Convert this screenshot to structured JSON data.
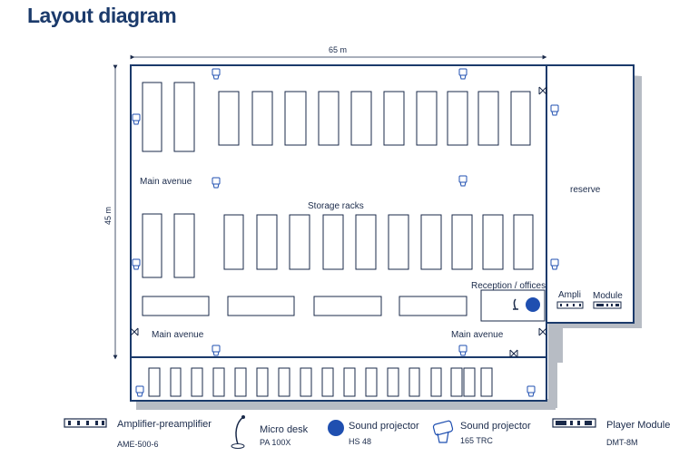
{
  "title": "Layout diagram",
  "dims": {
    "width_label": "65 m",
    "height_label": "45 m"
  },
  "labels": {
    "main_avenue_top": "Main avenue",
    "storage_racks": "Storage racks",
    "reserve": "reserve",
    "reception": "Reception / offices",
    "ampli": "Ampli",
    "module": "Module",
    "main_avenue_left": "Main avenue",
    "main_avenue_right": "Main avenue"
  },
  "legend": [
    {
      "key": "amplifier",
      "icon": "amplifier-icon",
      "label": "Amplifier-preamplifier",
      "sub": "AME-500-6"
    },
    {
      "key": "micro",
      "icon": "micro-desk-icon",
      "label": "Micro desk",
      "sub": "PA 100X"
    },
    {
      "key": "hs48",
      "icon": "sound-projector-round-icon",
      "label": "Sound projector",
      "sub": "HS 48"
    },
    {
      "key": "trc",
      "icon": "sound-projector-horn-icon",
      "label": "Sound projector",
      "sub": "165 TRC"
    },
    {
      "key": "player",
      "icon": "player-module-icon",
      "label": "Player Module",
      "sub": "DMT-8M"
    }
  ],
  "colors": {
    "wall": "#1b3a6b",
    "shadow": "#b7bcc4",
    "accent": "#1f4fb0"
  }
}
